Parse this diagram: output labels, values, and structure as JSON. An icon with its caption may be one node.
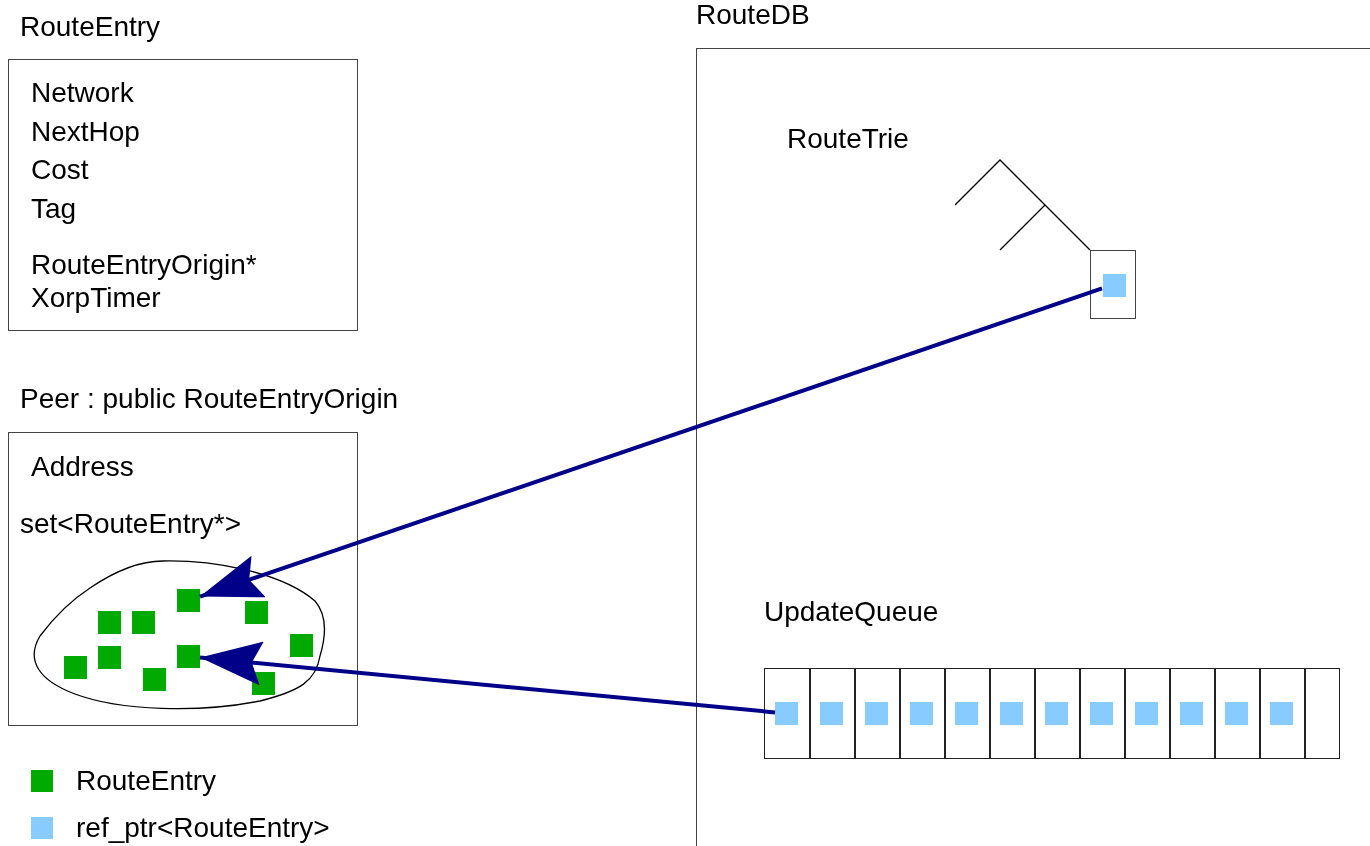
{
  "diagram": {
    "nodes": [
      {
        "text": [
          "RouteEntry",
          "Network NextHop Cost Tag",
          "RouteEntryOrigin* XorpTimer"
        ]
      },
      {
        "text": [
          "Peer : public RouteEntryOrigin",
          "Address",
          "set<RouteEntry*>"
        ]
      },
      {
        "text": [],
        "shape": "cloud",
        "in": 1
      },
      {
        "text": [],
        "shape": "box",
        "in": 2
      },
      {
        "text": [],
        "shape": "box",
        "in": 2
      },
      {
        "text": [],
        "shape": "box",
        "in": 2
      },
      {
        "text": [],
        "shape": "box",
        "in": 2
      },
      {
        "text": [],
        "shape": "box",
        "in": 2
      },
      {
        "text": [],
        "shape": "box",
        "in": 2
      },
      {
        "text": [],
        "shape": "box",
        "in": 2
      },
      {
        "text": [],
        "shape": "box",
        "in": 2
      },
      {
        "text": [],
        "shape": "box",
        "in": 2
      },
      {
        "text": [],
        "shape": "box",
        "in": 2
      },
      {
        "text": [
          "RouteDB"
        ]
      },
      {
        "text": [],
        "shape": "box",
        "in": 13
      },
      {
        "text": [],
        "shape": "box",
        "in": 14
      },
      {
        "text": [
          "UpdateQueue"
        ],
        "in": 13
      },
      {
        "text": [],
        "shape": "box",
        "in": 16
      },
      {
        "text": [],
        "shape": "box",
        "in": 16
      },
      {
        "text": [],
        "shape": "box",
        "in": 16
      },
      {
        "text": [],
        "shape": "box",
        "in": 16
      },
      {
        "text": [],
        "shape": "box",
        "in": 16
      },
      {
        "text": [],
        "shape": "box",
        "in": 16
      },
      {
        "text": [],
        "shape": "box",
        "in": 16
      },
      {
        "text": [],
        "shape": "box",
        "in": 16
      },
      {
        "text": [],
        "shape": "box",
        "in": 16
      },
      {
        "text": [],
        "shape": "box",
        "in": 16
      },
      {
        "text": [],
        "shape": "box",
        "in": 16
      },
      {
        "text": [],
        "shape": "box",
        "in": 16
      }
    ],
    "edges": [
      {
        "from": 15,
        "to": 8,
        "arrow": "to"
      },
      {
        "from": 17,
        "to": 9,
        "arrow": "to"
      }
    ],
    "labels": [
      "RouteTrie"
    ],
    "legend": [
      {
        "text": "RouteEntry",
        "color": "#00aa00"
      },
      {
        "text": "ref_ptr<RouteEntry>",
        "color": "#88ccff"
      }
    ]
  }
}
